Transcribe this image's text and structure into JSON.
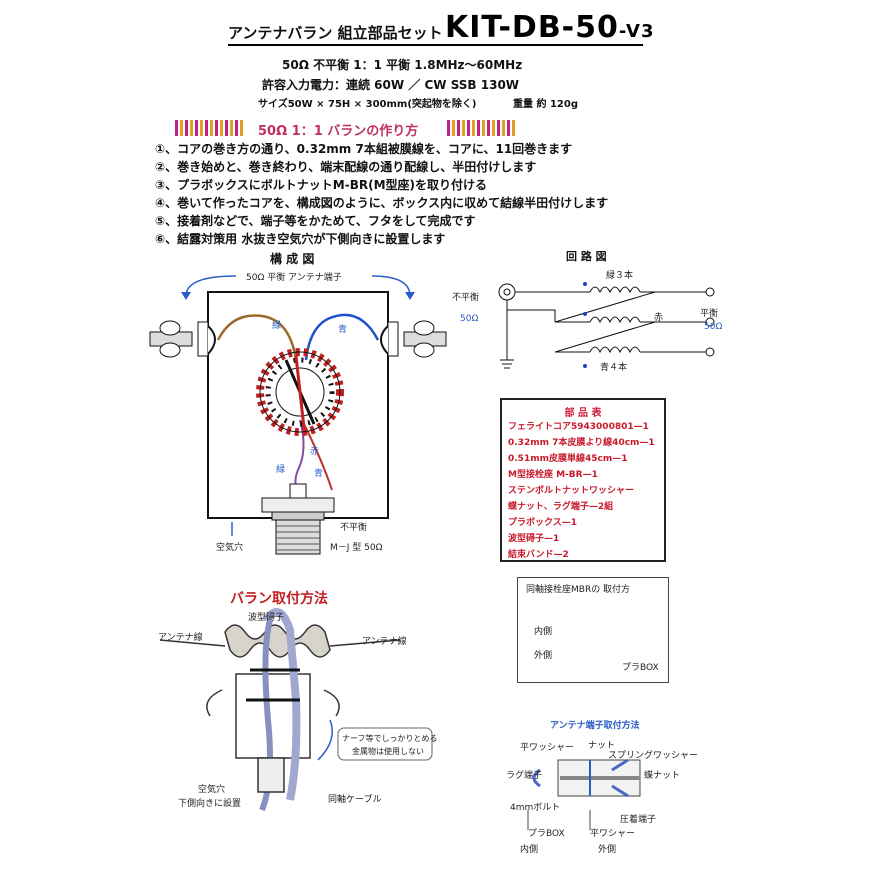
{
  "header": {
    "title_jp": "アンテナバラン 組立部品セット",
    "title_kit": "KIT-DB-50",
    "title_ver": "-V3"
  },
  "specs": {
    "line1": "50Ω 不平衡 1：1 平衡 1.8MHz～60MHz",
    "line2": "許容入力電力：連続 60W ／ CW SSB 130W",
    "size": "サイズ50W × 75H × 300mm(突起物を除く)",
    "weight": "重量 約 120g"
  },
  "section": {
    "title": "50Ω 1：1 バランの作り方"
  },
  "steps": [
    "①、コアの巻き方の通り、0.32mm 7本組被膜線を、コアに、11回巻きます",
    "②、巻き始めと、巻き終わり、端末配線の通り配線し、半田付けします",
    "③、プラボックスにボルトナットM-BR(M型座)を取り付ける",
    "④、巻いて作ったコアを、構成図のように、ボックス内に収めて結線半田付けします",
    "⑤、接着剤などで、端子等をかためて、フタをして完成です",
    "⑥、結露対策用 水抜き空気穴が下側向きに設置します"
  ],
  "structure": {
    "title": "構 成 図",
    "top_label": "50Ω 平衡 アンテナ端子",
    "wire_green": "緑",
    "wire_blue": "青",
    "wire_red": "赤",
    "wire_green2": "緑",
    "wire_blue2": "青",
    "bottom_label1": "不平衡",
    "bottom_label2": "M－J 型 50Ω",
    "air_hole": "空気穴"
  },
  "circuit": {
    "title": "回 路 図",
    "unbal": "不平衡",
    "ohm_left": "50Ω",
    "green3": "緑３本",
    "red": "赤",
    "blue4": "青４本",
    "bal": "平衡",
    "ohm_right": "50Ω"
  },
  "parts": {
    "title": "部 品 表",
    "items": [
      "フェライトコア5943000801—1",
      "0.32mm 7本皮膜より線40cm—1",
      "0.51mm皮膜単線45cm—1",
      "M型接栓座 M-BR—1",
      "ステンボルトナットワッシャー",
      "蝶ナット、ラグ端子—2組",
      "プラボックス—1",
      "波型碍子—1",
      "結束バンド—2"
    ]
  },
  "mbr": {
    "title": "同軸接栓座MBRの 取付方",
    "inside": "内側",
    "outside": "外側",
    "box": "プラBOX"
  },
  "mount": {
    "title": "バラン取付方法",
    "insulator": "波型碍子",
    "ant_left": "アンテナ線",
    "ant_right": "アンテナ線",
    "note1": "ナーフ等でしっかりとめる",
    "note2": "金属物は使用しない",
    "air1": "空気穴",
    "air2": "下側向きに設置",
    "coax": "同軸ケーブル"
  },
  "terminal": {
    "title": "アンテナ端子取付方法",
    "flat_washer": "平ワッシャー",
    "nut": "ナット",
    "spring_washer": "スプリングワッシャー",
    "lug": "ラグ端子",
    "wing_nut": "蝶ナット",
    "bolt": "4mmボルト",
    "crimp": "圧着端子",
    "box": "プラBOX",
    "washer2": "平ワシャー",
    "inside": "内側",
    "outside": "外側"
  },
  "colors": {
    "section_title": "#c03060",
    "parts_text": "#c81a2a",
    "arrow_blue": "#2a5cc8",
    "coil_blue": "#2040c0"
  }
}
